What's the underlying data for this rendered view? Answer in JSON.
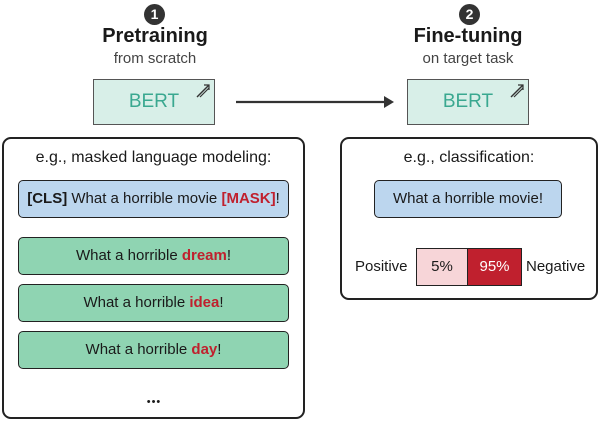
{
  "colors": {
    "bert_fill": "#d8efe8",
    "bert_text": "#3aa890",
    "input_fill": "#bcd6ee",
    "prediction_fill": "#8fd4b2",
    "accent_red": "#c0202e",
    "low_prob_fill": "#f7d5d8",
    "high_prob_fill": "#c0202e"
  },
  "icons": [
    "corner-arrow-icon",
    "down-arrow-icon",
    "right-arrow-icon"
  ],
  "pretraining": {
    "step": "1",
    "title": "Pretraining",
    "subtitle": "from scratch",
    "model": "BERT",
    "panel_title": "e.g., masked language modeling:",
    "input": {
      "cls": "[CLS]",
      "text": "What a horrible movie",
      "mask": "[MASK]",
      "end": "!"
    },
    "predictions": [
      {
        "prefix": "What a horrible",
        "word": "dream",
        "end": "!"
      },
      {
        "prefix": "What a horrible",
        "word": "idea",
        "end": "!"
      },
      {
        "prefix": "What a horrible",
        "word": "day",
        "end": "!"
      }
    ],
    "ellipsis": "•••"
  },
  "finetuning": {
    "step": "2",
    "title": "Fine-tuning",
    "subtitle": "on target task",
    "model": "BERT",
    "panel_title": "e.g., classification:",
    "input": "What a horrible movie!",
    "positive_label": "Positive",
    "negative_label": "Negative",
    "positive_prob": "5%",
    "negative_prob": "95%"
  }
}
